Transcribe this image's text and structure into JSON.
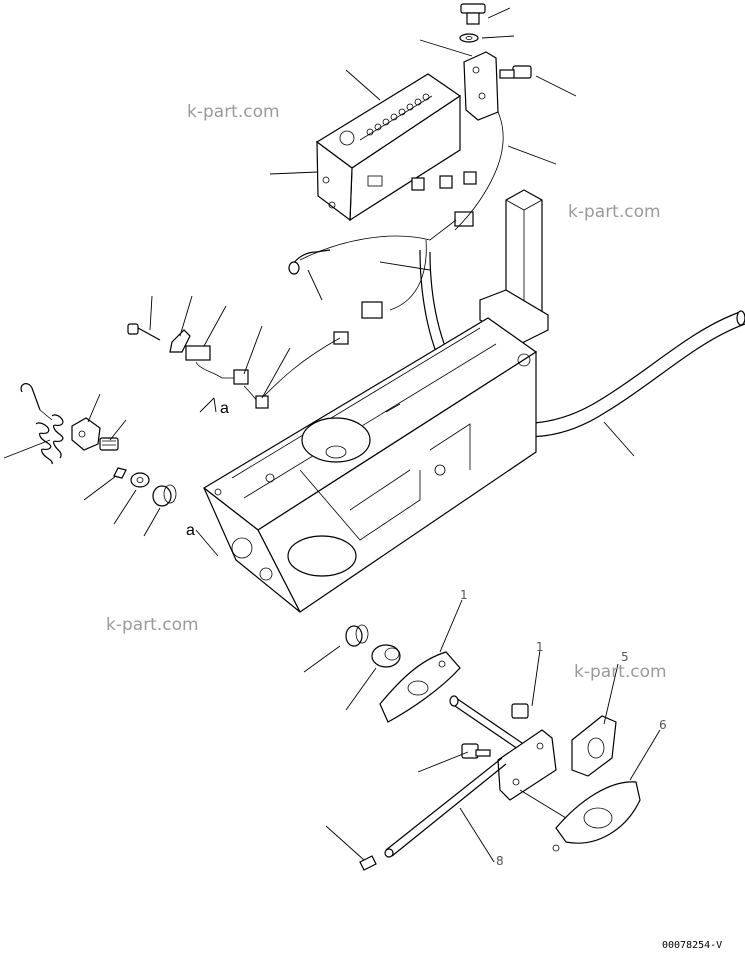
{
  "watermarks": [
    "k-part.com",
    "k-part.com",
    "k-part.com",
    "k-part.com"
  ],
  "ref_labels": {
    "a_upper": "a",
    "a_lower": "a"
  },
  "callouts": {
    "c1": "1",
    "c2": "1",
    "c5": "5",
    "c6": "6",
    "c8": "8"
  },
  "drawing_code": "00078254-V"
}
